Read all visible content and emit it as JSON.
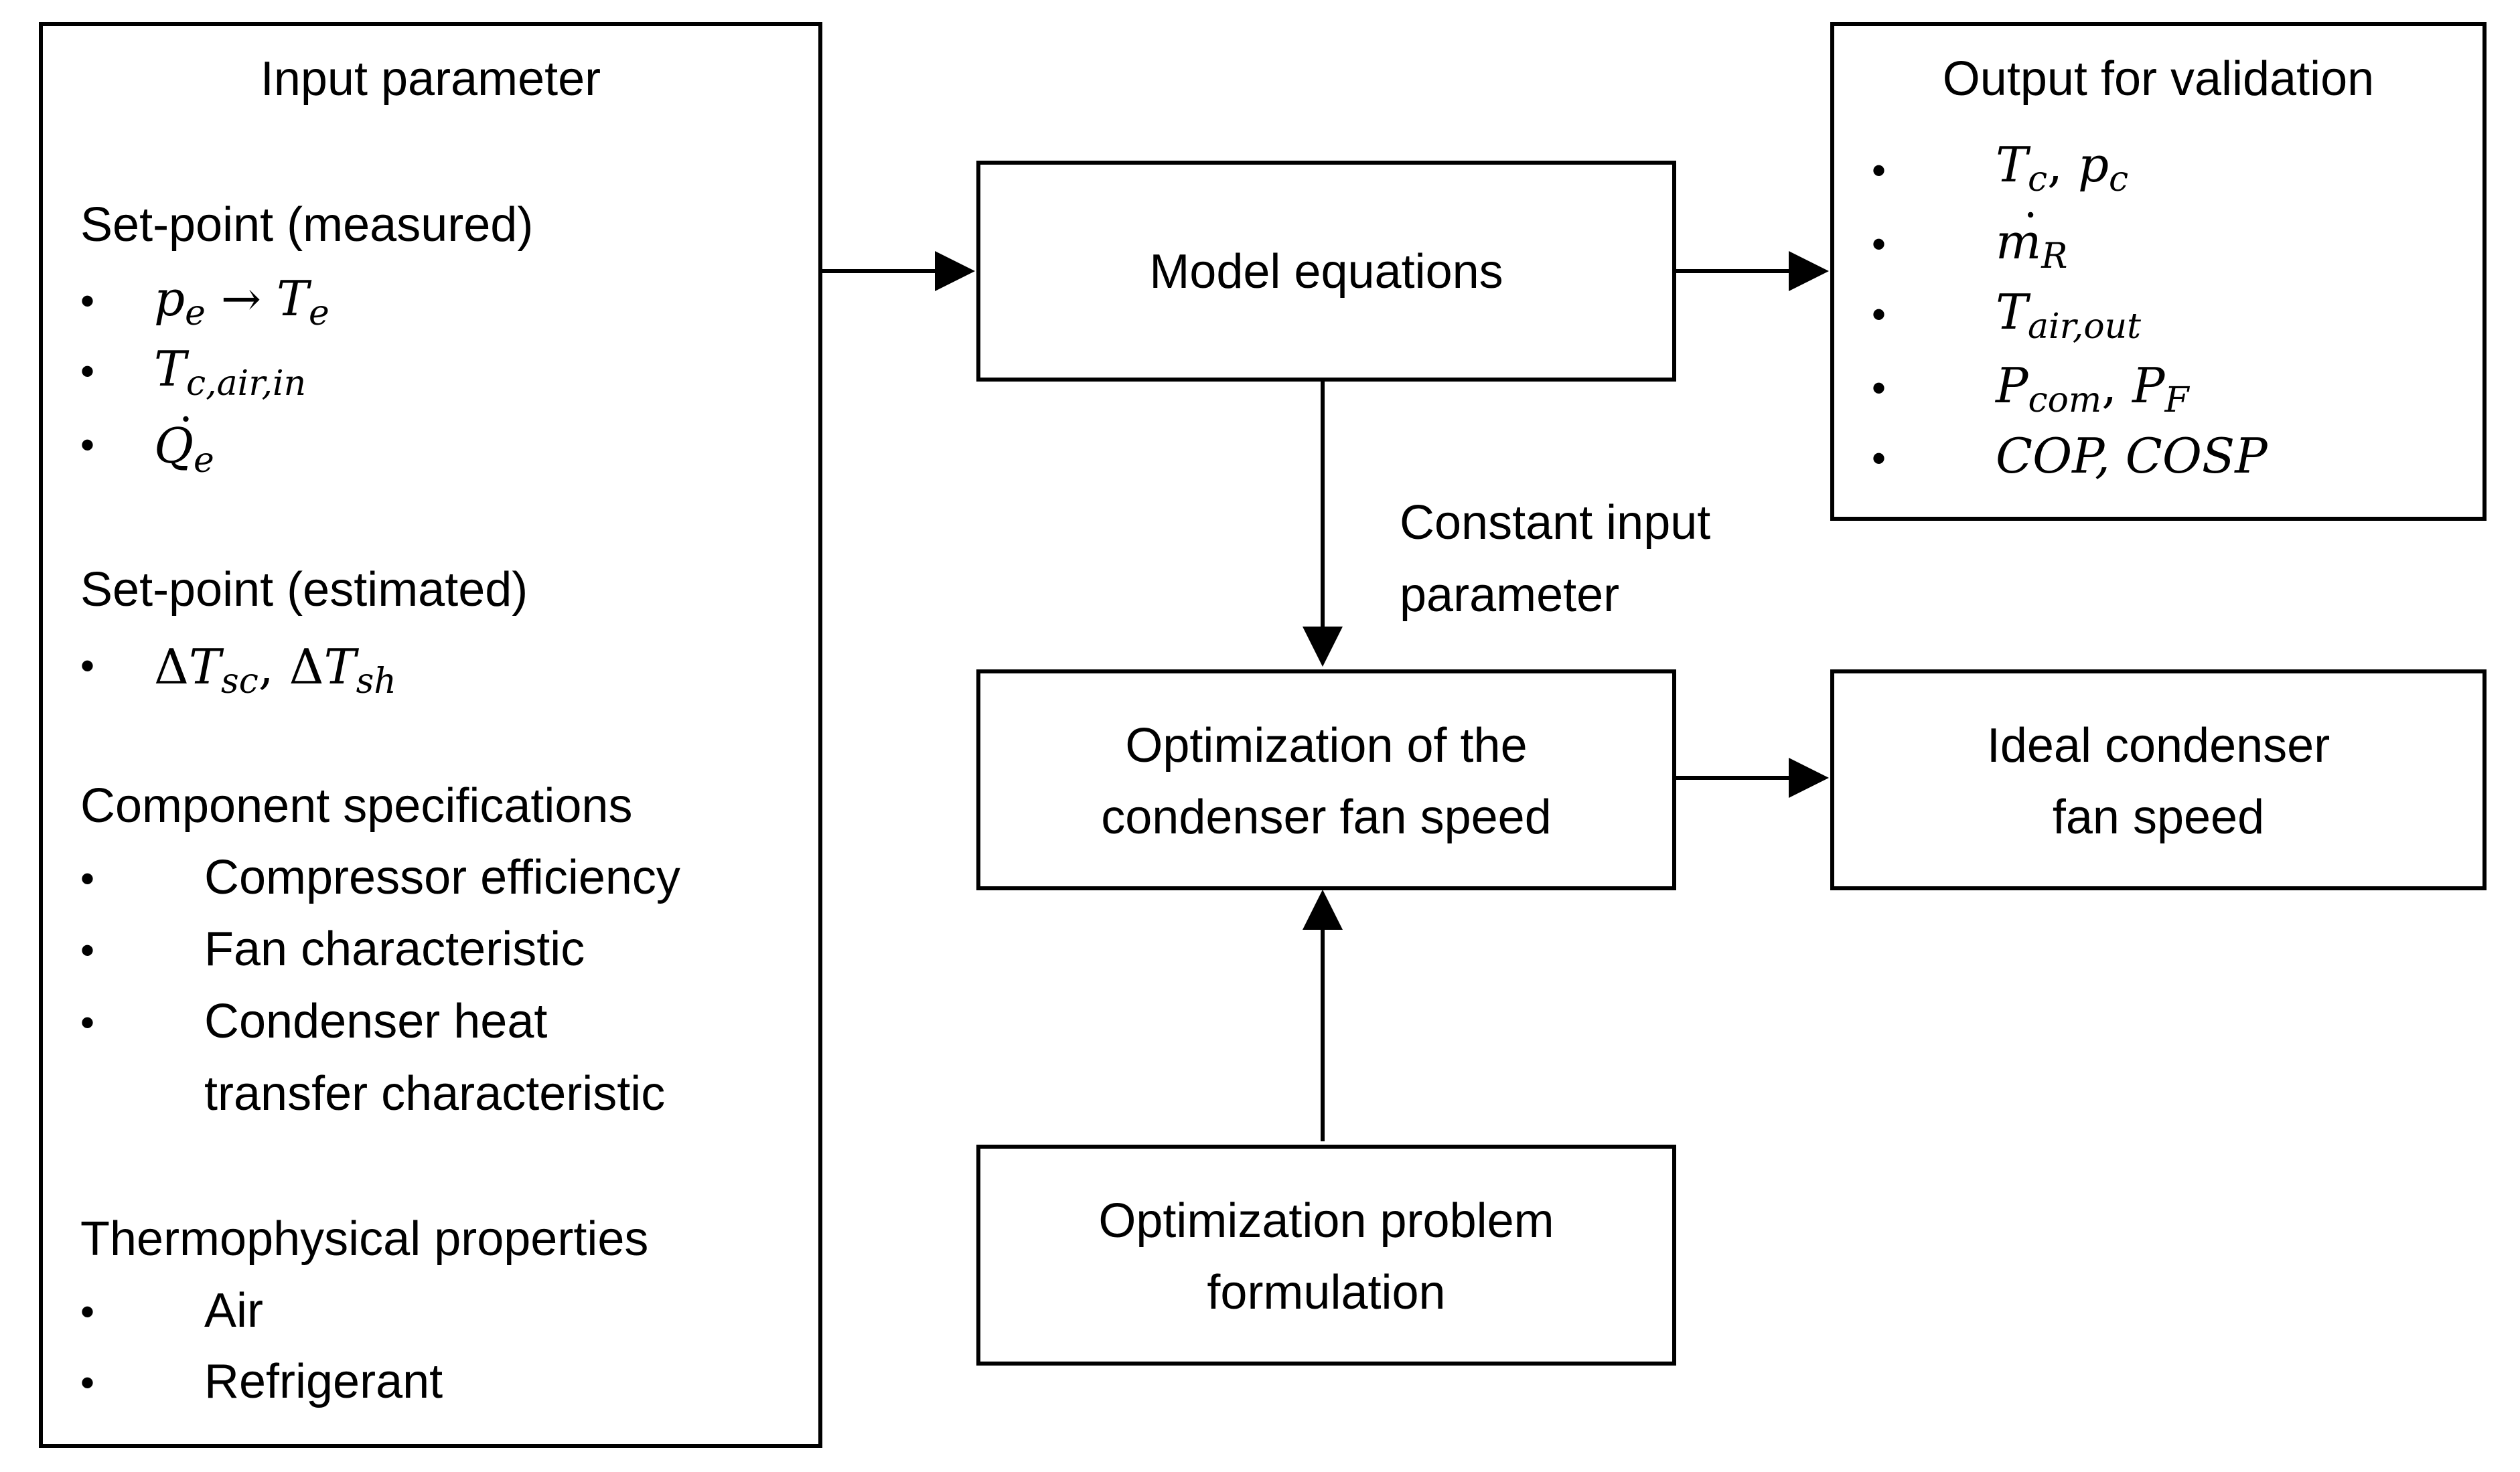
{
  "input_box": {
    "title": "Input parameter",
    "section1_heading": "Set-point (measured)",
    "section1_items": [
      "p_e → T_e",
      "T_c,air,in",
      "Q̇_e"
    ],
    "section2_heading": "Set-point (estimated)",
    "section2_items": [
      "ΔT_sc, ΔT_sh"
    ],
    "section3_heading": "Component specifications",
    "section3_items": [
      "Compressor efficiency",
      "Fan characteristic",
      "Condenser heat",
      "transfer characteristic"
    ],
    "section4_heading": "Thermophysical properties",
    "section4_items": [
      "Air",
      "Refrigerant"
    ]
  },
  "model_box": {
    "label": "Model equations"
  },
  "output_box": {
    "title": "Output for validation",
    "items": [
      "T_c, p_c",
      "ṁ_R",
      "T_air,out",
      "P_com, P_F",
      "COP, COSP"
    ]
  },
  "edge_label": {
    "line1": "Constant input",
    "line2": "parameter"
  },
  "optimization_box": {
    "line1": "Optimization of the",
    "line2": "condenser fan speed"
  },
  "ideal_box": {
    "line1": "Ideal condenser",
    "line2": "fan speed"
  },
  "problem_box": {
    "line1": "Optimization problem",
    "line2": "formulation"
  },
  "bullet_glyph": "•"
}
